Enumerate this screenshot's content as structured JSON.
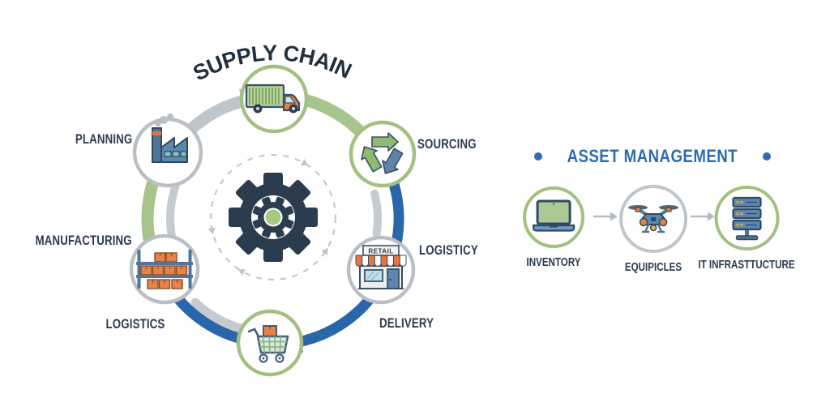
{
  "supply_chain": {
    "title": "SUPPLY CHAIN",
    "retail_sign": "RETAIL",
    "labels": {
      "planning": "PLANNING",
      "manufacturing": "MANUFACTURING",
      "logistics": "LOGISTICS",
      "sourcing": "SOURCING",
      "logisticy": "LOGISTICY",
      "delivery": "DELIVERY"
    },
    "nodes": [
      {
        "icon": "truck-icon",
        "ring": "green"
      },
      {
        "icon": "recycle-icon",
        "ring": "green"
      },
      {
        "icon": "store-icon",
        "ring": "gray"
      },
      {
        "icon": "cart-icon",
        "ring": "green"
      },
      {
        "icon": "warehouse-icon",
        "ring": "gray"
      },
      {
        "icon": "factory-icon",
        "ring": "gray"
      }
    ],
    "center_icon": "gear-icon"
  },
  "asset_management": {
    "title": "ASSET MANAGEMENT",
    "items": [
      {
        "label": "INVENTORY",
        "icon": "laptop-icon",
        "ring": "green"
      },
      {
        "label": "EQUIPICLES",
        "icon": "drone-icon",
        "ring": "gray"
      },
      {
        "label": "IT INFRASTTUCTURE",
        "icon": "server-icon",
        "ring": "green"
      }
    ]
  },
  "colors": {
    "green": "#a6c48c",
    "green_border": "#a2c07f",
    "gray": "#bfc5ca",
    "blue": "#2a66aa",
    "navy": "#2b3c4f",
    "orange": "#e8813f",
    "steel": "#4e7699",
    "steel_light": "#5d87b0",
    "title_blue": "#2b6cb4",
    "text": "#2c3b4e"
  }
}
